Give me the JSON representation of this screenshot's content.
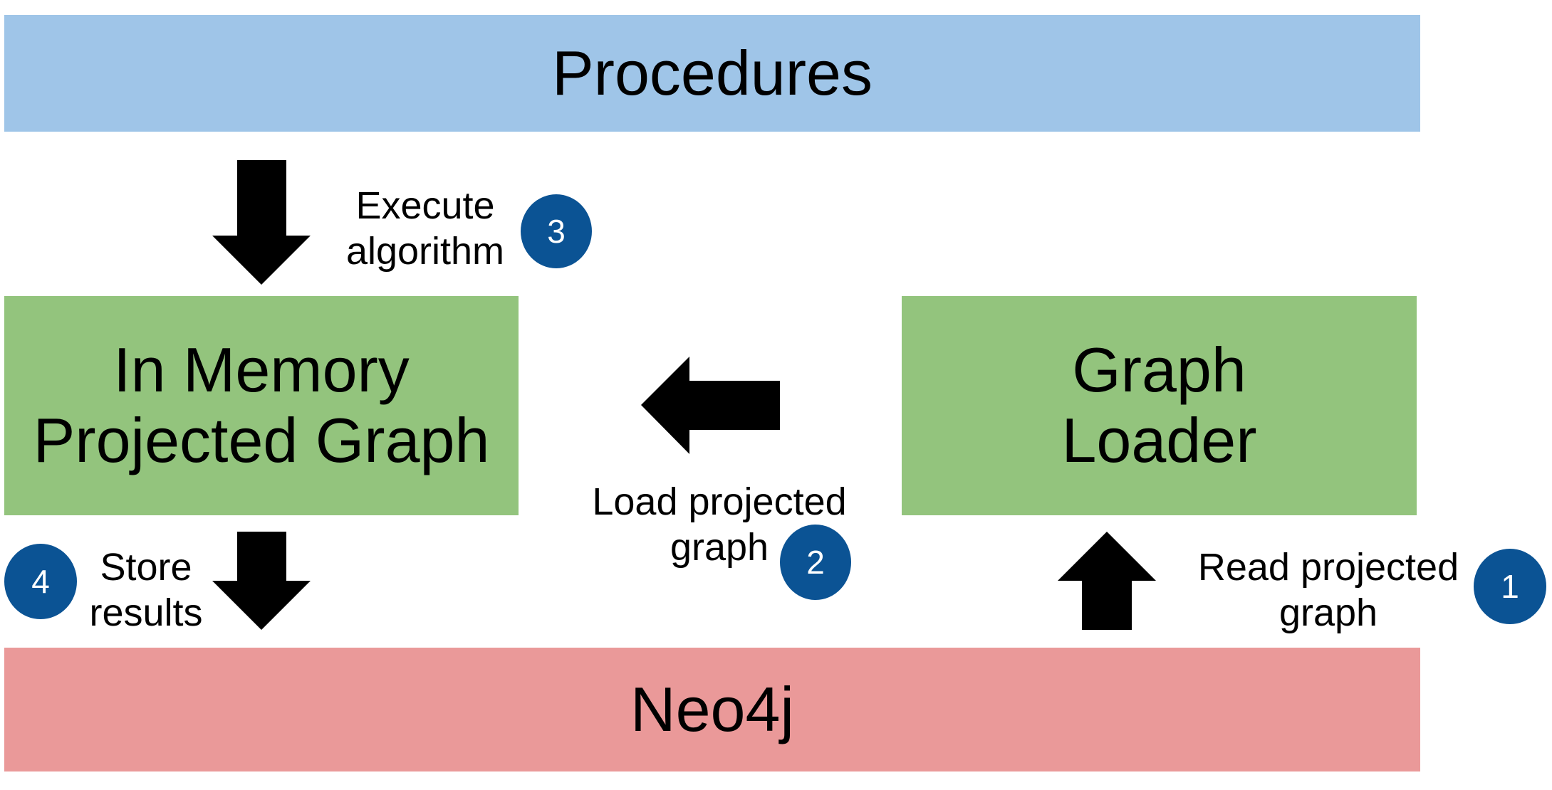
{
  "colors": {
    "procedures_fill": "#9fc5e8",
    "projected_graph_fill": "#93c47d",
    "graph_loader_fill": "#93c47d",
    "neo4j_fill": "#ea9999",
    "badge_fill": "#0b5394",
    "arrow_fill": "#000000"
  },
  "boxes": {
    "procedures": "Procedures",
    "in_memory_graph": "In Memory\nProjected Graph",
    "graph_loader": "Graph\nLoader",
    "neo4j": "Neo4j"
  },
  "steps": [
    {
      "number": "1",
      "label": "Read projected\ngraph",
      "arrow": "arrow-up"
    },
    {
      "number": "2",
      "label": "Load projected\ngraph",
      "arrow": "arrow-left"
    },
    {
      "number": "3",
      "label": "Execute\nalgorithm",
      "arrow": "arrow-down"
    },
    {
      "number": "4",
      "label": "Store\nresults",
      "arrow": "arrow-down"
    }
  ]
}
